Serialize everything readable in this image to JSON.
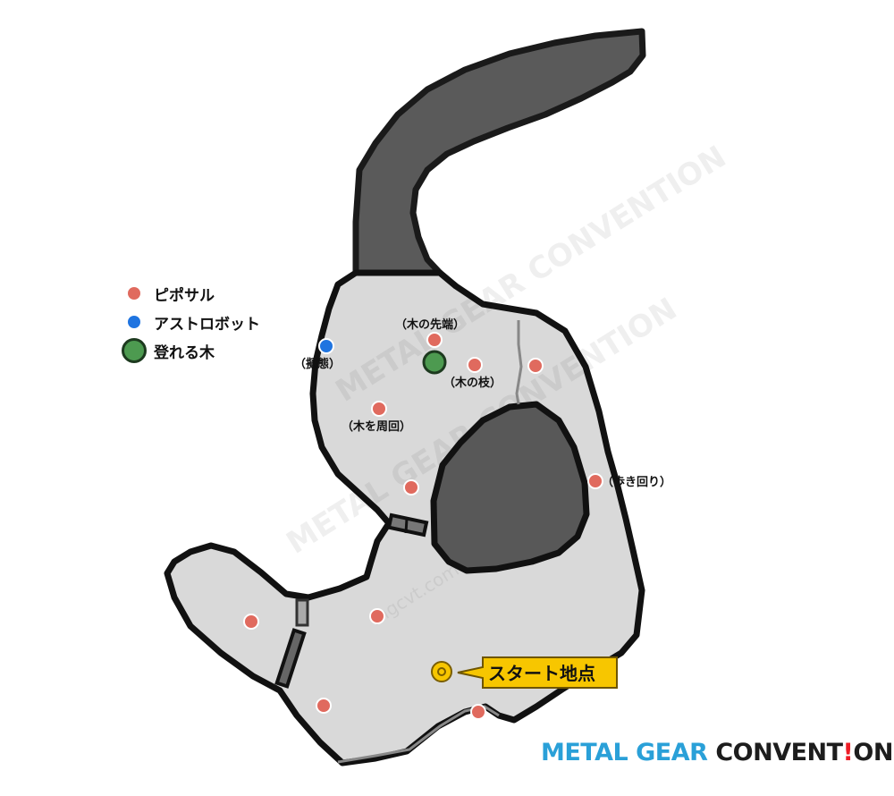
{
  "legend": {
    "items": [
      {
        "label": "ピポサル",
        "marker": "red-dot",
        "color": "#e06a5e"
      },
      {
        "label": "アストロボット",
        "marker": "blue-dot",
        "color": "#1f74e0"
      },
      {
        "label": "登れる木",
        "marker": "green-circle",
        "color": "#4d9a50"
      }
    ]
  },
  "points": {
    "labels": {
      "treetop": "（木の先端）",
      "branch": "（木の枝）",
      "around_tree": "（木を周回）",
      "walking": "（歩き回り）",
      "mimicry": "（擬態）"
    }
  },
  "start": {
    "label": "スタート地点",
    "color": "#f7c600"
  },
  "brand": {
    "part1": "METAL GEAR ",
    "part2": "CONVENT",
    "part3": "!",
    "part4": "ON"
  },
  "watermark": {
    "main": "METAL GEAR CONVENTION",
    "sub": "mgcvt.com"
  }
}
